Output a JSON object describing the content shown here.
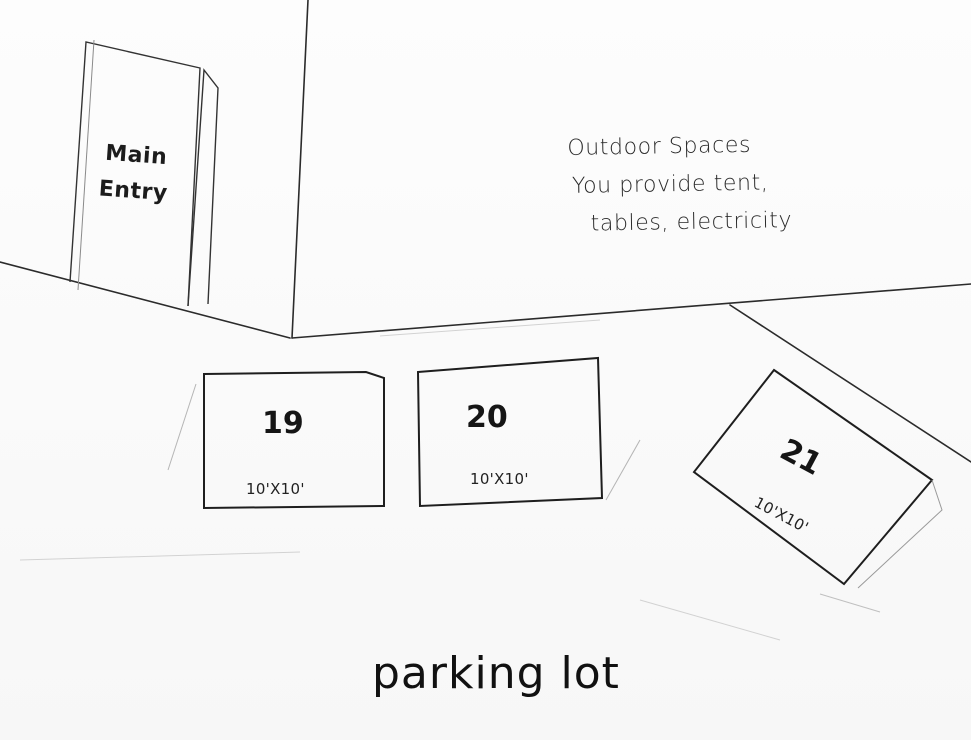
{
  "main_entry": {
    "lines": [
      "Main",
      "Entry"
    ]
  },
  "outdoor_note": {
    "lines": [
      "Outdoor Spaces",
      "You provide tent,",
      "tables, electricity"
    ]
  },
  "spaces": [
    {
      "number": "19",
      "size": "10'X10'"
    },
    {
      "number": "20",
      "size": "10'X10'"
    },
    {
      "number": "21",
      "size": "10'X10'"
    }
  ],
  "parking_lot_label": "parking lot",
  "colors": {
    "ink": "#1c1c1c",
    "paper": "#fbfbfb",
    "pencil": "#9a9a9a"
  }
}
